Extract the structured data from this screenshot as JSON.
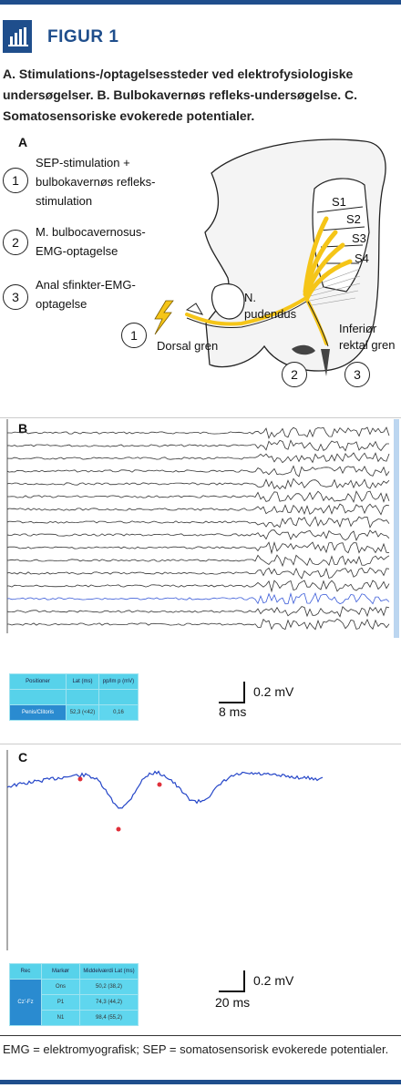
{
  "figure": {
    "title": "FIGUR 1",
    "caption": "A. Stimulations-/optagelsessteder ved elektrofysiologiske undersøgelser.  B. Bulbokavernøs refleks-undersøgelse.  C. Somatosensoriske evokerede potentialer.",
    "footnote": "EMG = elektromyografisk; SEP = somatosensorisk evokerede potentialer."
  },
  "panel_a": {
    "letter": "A",
    "legend": [
      {
        "number": "1",
        "text": "SEP-stimulation + bulbokavernøs refleks-stimulation"
      },
      {
        "number": "2",
        "text": "M. bulbocavernosus-EMG-optagelse"
      },
      {
        "number": "3",
        "text": "Anal sfinkter-EMG-optagelse"
      }
    ],
    "labels": {
      "s1": "S1",
      "s2": "S2",
      "s3": "S3",
      "s4": "S4",
      "pudendus": "N. pudendus",
      "dorsal": "Dorsal gren",
      "inferior": "Inferiør rektal gren",
      "m1": "1",
      "m2": "2",
      "m3": "3"
    },
    "colors": {
      "nerve": "#f5c518",
      "outline": "#222222"
    }
  },
  "panel_b": {
    "letter": "B",
    "table": {
      "headers": [
        "Positioner",
        "Lat (ms)",
        "pp/lm p (mV)"
      ],
      "rows": [
        [
          "Penis/Clitoris",
          "52,3 (<42)",
          "0,16"
        ]
      ]
    },
    "scale": {
      "voltage": "0.2 mV",
      "time": "8 ms"
    }
  },
  "panel_c": {
    "letter": "C",
    "table": {
      "headers": [
        "Rec",
        "Markør",
        "Middelværdi Lat (ms)"
      ],
      "rows": [
        [
          "Cz'-Fz",
          "Ons",
          "50,2 (38,2)"
        ],
        [
          "",
          "P1",
          "74,3 (44,2)"
        ],
        [
          "",
          "N1",
          "98,4 (55,2)"
        ]
      ]
    },
    "scale": {
      "voltage": "0.2 mV",
      "time": "20 ms"
    },
    "trace_color": "#2546c8",
    "marker_color": "#e0303a"
  }
}
